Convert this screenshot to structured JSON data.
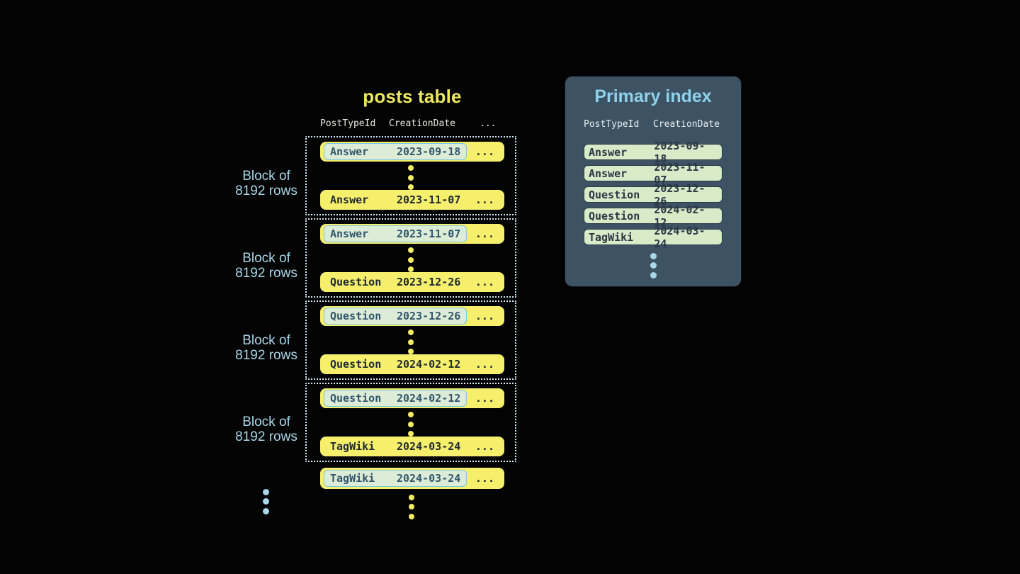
{
  "colors": {
    "background": "#030303",
    "row_yellow": "#f6ef6c",
    "title_yellow": "#eee85e",
    "dark_text": "#1f2933",
    "highlight_text": "#33566d",
    "light_blue": "#a7d7e9",
    "panel_background": "#3d5363",
    "panel_title_blue": "#8fd2ec",
    "header_gray": "#e8e8e5",
    "highlight_cell_bg": "#dcecd7",
    "highlight_cell_border": "#7ac7e2",
    "index_pill_bg": "#d7ebc9",
    "index_pill_border": "#2b3a48",
    "dotted_border": "#cfe9f4"
  },
  "posts_table": {
    "title": "posts table",
    "columns": [
      "PostTypeId",
      "CreationDate",
      "..."
    ],
    "block_label_line1": "Block of",
    "block_label_line2": "8192 rows",
    "ellipsis": "...",
    "blocks": [
      {
        "first": {
          "type": "Answer",
          "date": "2023-09-18"
        },
        "last": {
          "type": "Answer",
          "date": "2023-11-07"
        }
      },
      {
        "first": {
          "type": "Answer",
          "date": "2023-11-07"
        },
        "last": {
          "type": "Question",
          "date": "2023-12-26"
        }
      },
      {
        "first": {
          "type": "Question",
          "date": "2023-12-26"
        },
        "last": {
          "type": "Question",
          "date": "2024-02-12"
        }
      },
      {
        "first": {
          "type": "Question",
          "date": "2024-02-12"
        },
        "last": {
          "type": "TagWiki",
          "date": "2024-03-24"
        }
      }
    ],
    "overflow_row": {
      "type": "TagWiki",
      "date": "2024-03-24"
    }
  },
  "primary_index": {
    "title": "Primary index",
    "columns": [
      "PostTypeId",
      "CreationDate"
    ],
    "rows": [
      {
        "type": "Answer",
        "date": "2023-09-18"
      },
      {
        "type": "Answer",
        "date": "2023-11-07"
      },
      {
        "type": "Question",
        "date": "2023-12-26"
      },
      {
        "type": "Question",
        "date": "2024-02-12"
      },
      {
        "type": "TagWiki",
        "date": "2024-03-24"
      }
    ]
  }
}
